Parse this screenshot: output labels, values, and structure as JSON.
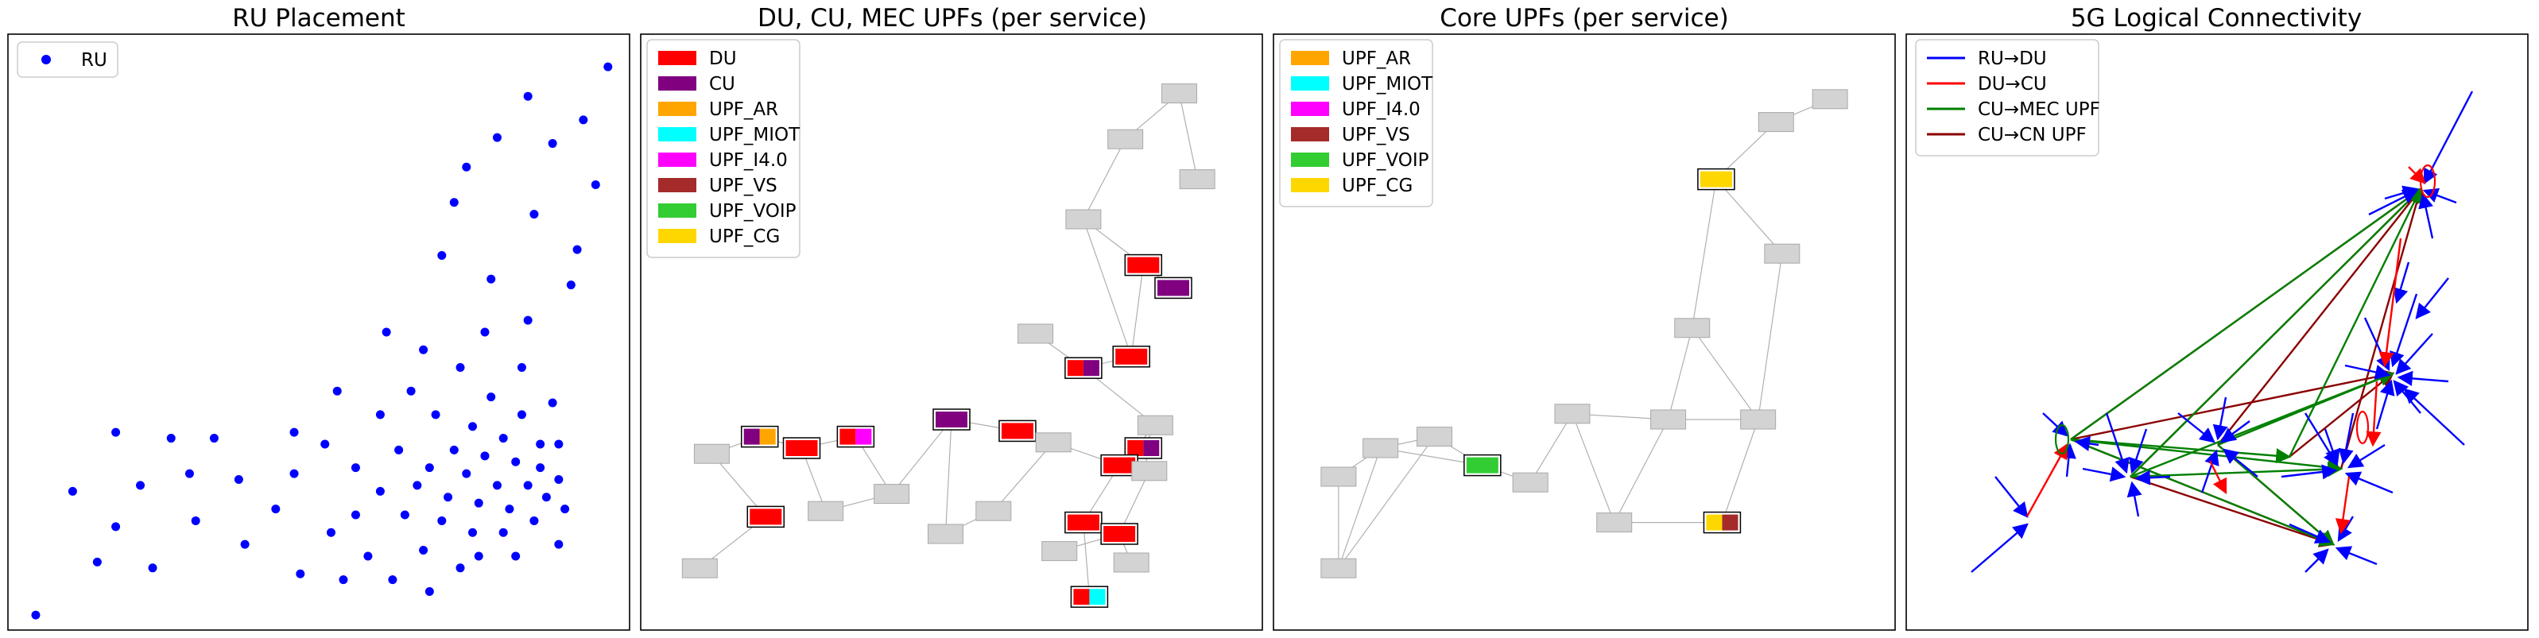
{
  "titles": {
    "p1": "RU Placement",
    "p2": "DU, CU, MEC UPFs (per service)",
    "p3": "Core UPFs (per service)",
    "p4": "5G Logical Connectivity"
  },
  "legends": {
    "p1": [
      {
        "label": "RU",
        "color": "#0000ff"
      }
    ],
    "p2": [
      {
        "label": "DU",
        "color": "#ff0000"
      },
      {
        "label": "CU",
        "color": "#800080"
      },
      {
        "label": "UPF_AR",
        "color": "#ffa500"
      },
      {
        "label": "UPF_MIOT",
        "color": "#00ffff"
      },
      {
        "label": "UPF_I4.0",
        "color": "#ff00ff"
      },
      {
        "label": "UPF_VS",
        "color": "#a52a2a"
      },
      {
        "label": "UPF_VOIP",
        "color": "#32cd32"
      },
      {
        "label": "UPF_CG",
        "color": "#ffd700"
      }
    ],
    "p3": [
      {
        "label": "UPF_AR",
        "color": "#ffa500"
      },
      {
        "label": "UPF_MIOT",
        "color": "#00ffff"
      },
      {
        "label": "UPF_I4.0",
        "color": "#ff00ff"
      },
      {
        "label": "UPF_VS",
        "color": "#a52a2a"
      },
      {
        "label": "UPF_VOIP",
        "color": "#32cd32"
      },
      {
        "label": "UPF_CG",
        "color": "#ffd700"
      }
    ],
    "p4": [
      {
        "label": "RU→DU",
        "color": "#0000ff"
      },
      {
        "label": "DU→CU",
        "color": "#ff0000"
      },
      {
        "label": "CU→MEC UPF",
        "color": "#008000"
      },
      {
        "label": "CU→CN UPF",
        "color": "#8b0000"
      }
    ]
  },
  "chart_data": [
    {
      "type": "scatter",
      "title": "RU Placement",
      "series": [
        {
          "name": "RU",
          "color": "#0000ff",
          "points": [
            [
              0.04,
              0.02
            ],
            [
              0.1,
              0.23
            ],
            [
              0.14,
              0.11
            ],
            [
              0.17,
              0.33
            ],
            [
              0.17,
              0.17
            ],
            [
              0.21,
              0.24
            ],
            [
              0.23,
              0.1
            ],
            [
              0.26,
              0.32
            ],
            [
              0.29,
              0.26
            ],
            [
              0.3,
              0.18
            ],
            [
              0.33,
              0.32
            ],
            [
              0.37,
              0.25
            ],
            [
              0.38,
              0.14
            ],
            [
              0.43,
              0.2
            ],
            [
              0.46,
              0.33
            ],
            [
              0.46,
              0.26
            ],
            [
              0.47,
              0.09
            ],
            [
              0.51,
              0.31
            ],
            [
              0.52,
              0.16
            ],
            [
              0.53,
              0.4
            ],
            [
              0.54,
              0.08
            ],
            [
              0.56,
              0.27
            ],
            [
              0.56,
              0.19
            ],
            [
              0.58,
              0.12
            ],
            [
              0.6,
              0.36
            ],
            [
              0.6,
              0.23
            ],
            [
              0.61,
              0.5
            ],
            [
              0.62,
              0.08
            ],
            [
              0.63,
              0.3
            ],
            [
              0.64,
              0.19
            ],
            [
              0.65,
              0.4
            ],
            [
              0.66,
              0.24
            ],
            [
              0.67,
              0.13
            ],
            [
              0.67,
              0.47
            ],
            [
              0.68,
              0.06
            ],
            [
              0.68,
              0.27
            ],
            [
              0.69,
              0.36
            ],
            [
              0.7,
              0.63
            ],
            [
              0.7,
              0.18
            ],
            [
              0.71,
              0.22
            ],
            [
              0.72,
              0.3
            ],
            [
              0.72,
              0.72
            ],
            [
              0.73,
              0.1
            ],
            [
              0.73,
              0.44
            ],
            [
              0.74,
              0.26
            ],
            [
              0.74,
              0.78
            ],
            [
              0.75,
              0.16
            ],
            [
              0.75,
              0.34
            ],
            [
              0.76,
              0.21
            ],
            [
              0.76,
              0.12
            ],
            [
              0.77,
              0.29
            ],
            [
              0.77,
              0.5
            ],
            [
              0.78,
              0.39
            ],
            [
              0.78,
              0.59
            ],
            [
              0.79,
              0.83
            ],
            [
              0.79,
              0.24
            ],
            [
              0.8,
              0.16
            ],
            [
              0.8,
              0.32
            ],
            [
              0.81,
              0.2
            ],
            [
              0.82,
              0.28
            ],
            [
              0.82,
              0.12
            ],
            [
              0.83,
              0.44
            ],
            [
              0.83,
              0.36
            ],
            [
              0.84,
              0.24
            ],
            [
              0.84,
              0.52
            ],
            [
              0.84,
              0.9
            ],
            [
              0.85,
              0.7
            ],
            [
              0.85,
              0.18
            ],
            [
              0.86,
              0.31
            ],
            [
              0.86,
              0.27
            ],
            [
              0.87,
              0.22
            ],
            [
              0.88,
              0.38
            ],
            [
              0.88,
              0.82
            ],
            [
              0.89,
              0.14
            ],
            [
              0.89,
              0.25
            ],
            [
              0.89,
              0.31
            ],
            [
              0.9,
              0.2
            ],
            [
              0.91,
              0.58
            ],
            [
              0.92,
              0.64
            ],
            [
              0.93,
              0.86
            ],
            [
              0.95,
              0.75
            ],
            [
              0.97,
              0.95
            ]
          ]
        }
      ]
    },
    {
      "type": "network",
      "title": "DU, CU, MEC UPFs (per service)",
      "nodes": [
        {
          "id": "A",
          "x": 0.88,
          "y": 0.92
        },
        {
          "id": "B",
          "x": 0.91,
          "y": 0.77
        },
        {
          "id": "C",
          "x": 0.79,
          "y": 0.84
        },
        {
          "id": "D",
          "x": 0.72,
          "y": 0.7
        },
        {
          "id": "E",
          "x": 0.82,
          "y": 0.62
        },
        {
          "id": "F",
          "x": 0.87,
          "y": 0.58
        },
        {
          "id": "G",
          "x": 0.8,
          "y": 0.46
        },
        {
          "id": "H",
          "x": 0.64,
          "y": 0.5
        },
        {
          "id": "I",
          "x": 0.72,
          "y": 0.44
        },
        {
          "id": "J",
          "x": 0.84,
          "y": 0.34
        },
        {
          "id": "K",
          "x": 0.82,
          "y": 0.3
        },
        {
          "id": "L",
          "x": 0.61,
          "y": 0.33
        },
        {
          "id": "M",
          "x": 0.67,
          "y": 0.31
        },
        {
          "id": "N",
          "x": 0.78,
          "y": 0.27
        },
        {
          "id": "O",
          "x": 0.83,
          "y": 0.26
        },
        {
          "id": "P",
          "x": 0.5,
          "y": 0.35
        },
        {
          "id": "Q",
          "x": 0.34,
          "y": 0.32
        },
        {
          "id": "R",
          "x": 0.25,
          "y": 0.3
        },
        {
          "id": "S",
          "x": 0.18,
          "y": 0.32
        },
        {
          "id": "T",
          "x": 0.1,
          "y": 0.29
        },
        {
          "id": "U",
          "x": 0.4,
          "y": 0.22
        },
        {
          "id": "V",
          "x": 0.29,
          "y": 0.19
        },
        {
          "id": "W",
          "x": 0.19,
          "y": 0.18
        },
        {
          "id": "X",
          "x": 0.57,
          "y": 0.19
        },
        {
          "id": "Y",
          "x": 0.49,
          "y": 0.15
        },
        {
          "id": "Z",
          "x": 0.72,
          "y": 0.17
        },
        {
          "id": "AA",
          "x": 0.78,
          "y": 0.15
        },
        {
          "id": "AB",
          "x": 0.8,
          "y": 0.1
        },
        {
          "id": "AC",
          "x": 0.68,
          "y": 0.12
        },
        {
          "id": "AD",
          "x": 0.08,
          "y": 0.09
        },
        {
          "id": "AE",
          "x": 0.73,
          "y": 0.04
        }
      ],
      "edges": [
        [
          "A",
          "B"
        ],
        [
          "A",
          "C"
        ],
        [
          "C",
          "D"
        ],
        [
          "D",
          "E"
        ],
        [
          "E",
          "F"
        ],
        [
          "E",
          "G"
        ],
        [
          "D",
          "G"
        ],
        [
          "G",
          "I"
        ],
        [
          "I",
          "H"
        ],
        [
          "I",
          "J"
        ],
        [
          "J",
          "K"
        ],
        [
          "K",
          "O"
        ],
        [
          "K",
          "N"
        ],
        [
          "N",
          "M"
        ],
        [
          "M",
          "L"
        ],
        [
          "J",
          "N"
        ],
        [
          "N",
          "Z"
        ],
        [
          "Z",
          "AA"
        ],
        [
          "AA",
          "AB"
        ],
        [
          "Z",
          "AE"
        ],
        [
          "AA",
          "AC"
        ],
        [
          "O",
          "AA"
        ],
        [
          "L",
          "P"
        ],
        [
          "P",
          "U"
        ],
        [
          "U",
          "Q"
        ],
        [
          "Q",
          "R"
        ],
        [
          "R",
          "S"
        ],
        [
          "S",
          "T"
        ],
        [
          "T",
          "W"
        ],
        [
          "W",
          "AD"
        ],
        [
          "R",
          "V"
        ],
        [
          "V",
          "U"
        ],
        [
          "P",
          "Y"
        ],
        [
          "M",
          "X"
        ],
        [
          "X",
          "Y"
        ]
      ],
      "placements": {
        "G": [
          "#ff0000"
        ],
        "E": [
          "#ff0000"
        ],
        "I": [
          "#ff0000",
          "#800080"
        ],
        "F": [
          "#800080"
        ],
        "K": [
          "#ff0000",
          "#800080"
        ],
        "N": [
          "#ff0000"
        ],
        "L": [
          "#ff0000"
        ],
        "P": [
          "#800080"
        ],
        "Q": [
          "#ff0000",
          "#ff00ff"
        ],
        "R": [
          "#ff0000"
        ],
        "S": [
          "#800080",
          "#ffa500"
        ],
        "W": [
          "#ff0000"
        ],
        "AA": [
          "#ff0000"
        ],
        "Z": [
          "#ff0000"
        ],
        "AE": [
          "#ff0000",
          "#00ffff"
        ]
      }
    },
    {
      "type": "network",
      "title": "Core UPFs (per service)",
      "nodes": [
        {
          "id": "a",
          "x": 0.91,
          "y": 0.91
        },
        {
          "id": "b",
          "x": 0.82,
          "y": 0.87
        },
        {
          "id": "c",
          "x": 0.72,
          "y": 0.77
        },
        {
          "id": "d",
          "x": 0.83,
          "y": 0.64
        },
        {
          "id": "e",
          "x": 0.68,
          "y": 0.51
        },
        {
          "id": "f",
          "x": 0.79,
          "y": 0.35
        },
        {
          "id": "g",
          "x": 0.64,
          "y": 0.35
        },
        {
          "id": "h",
          "x": 0.48,
          "y": 0.36
        },
        {
          "id": "i",
          "x": 0.55,
          "y": 0.17
        },
        {
          "id": "j",
          "x": 0.73,
          "y": 0.17
        },
        {
          "id": "k",
          "x": 0.41,
          "y": 0.24
        },
        {
          "id": "l",
          "x": 0.33,
          "y": 0.27
        },
        {
          "id": "m",
          "x": 0.25,
          "y": 0.32
        },
        {
          "id": "n",
          "x": 0.16,
          "y": 0.3
        },
        {
          "id": "o",
          "x": 0.09,
          "y": 0.25
        },
        {
          "id": "p",
          "x": 0.09,
          "y": 0.09
        }
      ],
      "edges": [
        [
          "a",
          "b"
        ],
        [
          "b",
          "c"
        ],
        [
          "c",
          "d"
        ],
        [
          "c",
          "e"
        ],
        [
          "e",
          "g"
        ],
        [
          "e",
          "f"
        ],
        [
          "d",
          "f"
        ],
        [
          "f",
          "j"
        ],
        [
          "g",
          "h"
        ],
        [
          "g",
          "i"
        ],
        [
          "h",
          "i"
        ],
        [
          "h",
          "k"
        ],
        [
          "k",
          "l"
        ],
        [
          "l",
          "m"
        ],
        [
          "l",
          "n"
        ],
        [
          "m",
          "n"
        ],
        [
          "m",
          "p"
        ],
        [
          "n",
          "p"
        ],
        [
          "n",
          "o"
        ],
        [
          "o",
          "p"
        ],
        [
          "i",
          "j"
        ],
        [
          "g",
          "f"
        ]
      ],
      "placements": {
        "c": [
          "#ffd700"
        ],
        "l": [
          "#32cd32"
        ],
        "j": [
          "#ffd700",
          "#a52a2a"
        ]
      }
    },
    {
      "type": "network",
      "title": "5G Logical Connectivity",
      "series": [
        {
          "name": "RU→DU",
          "color": "#0000ff"
        },
        {
          "name": "DU→CU",
          "color": "#ff0000"
        },
        {
          "name": "CU→MEC UPF",
          "color": "#008000"
        },
        {
          "name": "CU→CN UPF",
          "color": "#8b0000"
        }
      ]
    }
  ]
}
